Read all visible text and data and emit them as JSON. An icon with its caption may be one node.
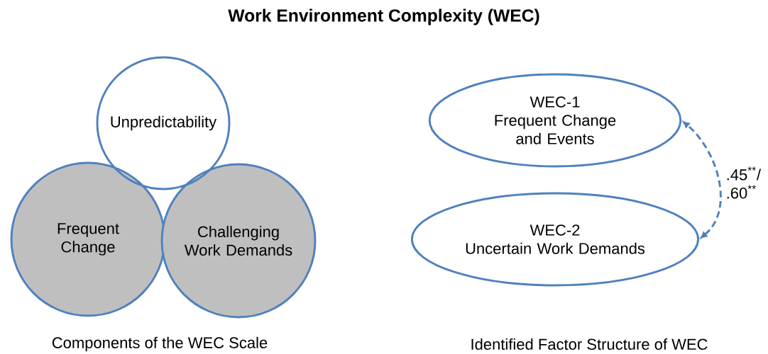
{
  "diagram": {
    "title": "Work Environment Complexity (WEC)",
    "nodes": [
      {
        "text": [
          "Unpredictability"
        ]
      },
      {
        "text": [
          "Frequent Change"
        ]
      },
      {
        "text": [
          "Challenging Work Demands"
        ]
      },
      {
        "text": [
          "WEC-1",
          "Frequent Change and Events"
        ]
      },
      {
        "text": [
          "WEC-2",
          "Uncertain Work Demands"
        ]
      }
    ],
    "edges": [
      {
        "from": 4,
        "to": 3,
        "arrow": "both",
        "style": "dashed",
        "label": ".45$^{**}$/ .60$^{**}$"
      }
    ],
    "labels": [
      "Components of the WEC Scale",
      "Identified Factor Structure of WEC"
    ]
  }
}
